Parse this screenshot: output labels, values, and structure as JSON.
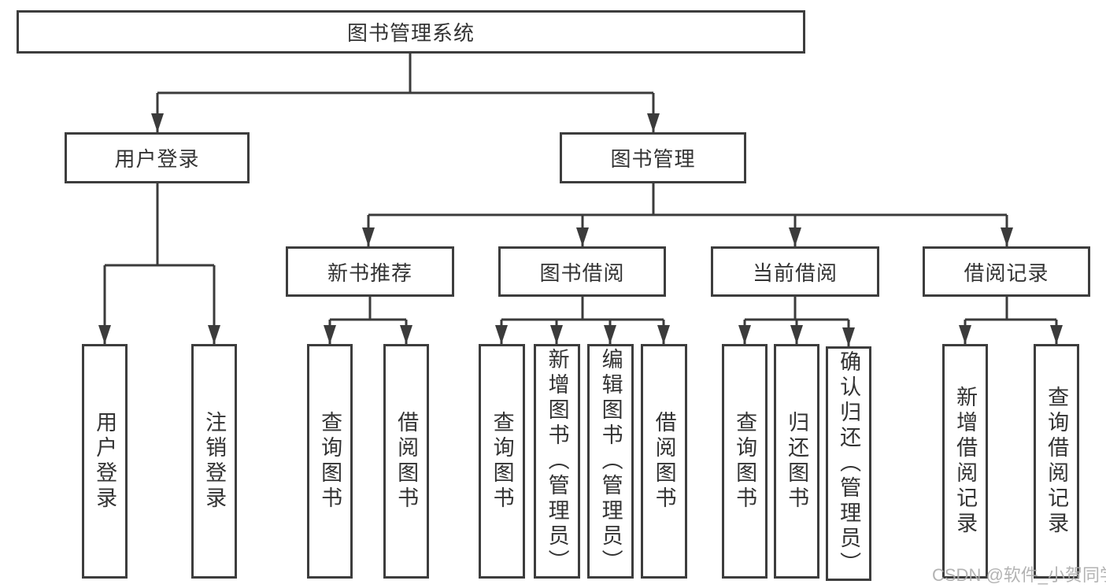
{
  "watermark": "CSDN @软件_小贺同学",
  "colors": {
    "line": "#3b3b3b",
    "border": "#3d3d3d",
    "text": "#333333",
    "background": "#ffffff",
    "watermark": "#acacac"
  },
  "tree": {
    "label": "图书管理系统",
    "children": [
      {
        "label": "用户登录",
        "children": [
          {
            "label": "用户登录"
          },
          {
            "label": "注销登录"
          }
        ]
      },
      {
        "label": "图书管理",
        "children": [
          {
            "label": "新书推荐",
            "children": [
              {
                "label": "查询图书"
              },
              {
                "label": "借阅图书"
              }
            ]
          },
          {
            "label": "图书借阅",
            "children": [
              {
                "label": "查询图书"
              },
              {
                "label": "新增图书（管理员）"
              },
              {
                "label": "编辑图书（管理员）"
              },
              {
                "label": "借阅图书"
              }
            ]
          },
          {
            "label": "当前借阅",
            "children": [
              {
                "label": "查询图书"
              },
              {
                "label": "归还图书"
              },
              {
                "label": "确认归还（管理员）"
              }
            ]
          },
          {
            "label": "借阅记录",
            "children": [
              {
                "label": "新增借阅记录"
              },
              {
                "label": "查询借阅记录"
              }
            ]
          }
        ]
      }
    ]
  }
}
